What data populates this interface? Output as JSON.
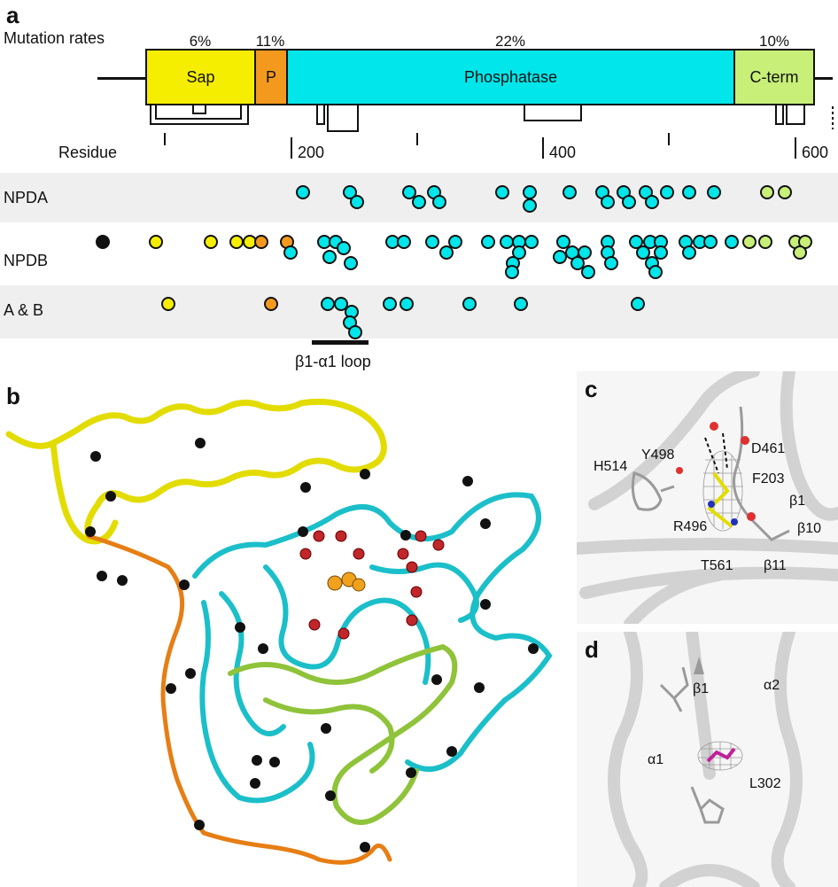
{
  "panel_a": {
    "letter": "a",
    "mutation_rates_label": "Mutation rates",
    "domains": [
      {
        "name": "Sap",
        "rate": "6%",
        "color": "#f5ee00"
      },
      {
        "name": "P",
        "rate": "11%",
        "color": "#f39a1e"
      },
      {
        "name": "Phosphatase",
        "rate": "22%",
        "color": "#00e6ea"
      },
      {
        "name": "C-term",
        "rate": "10%",
        "color": "#c8ef78"
      }
    ],
    "residue_label": "Residue",
    "residue_ticks": [
      "200",
      "400",
      "600"
    ],
    "rows": [
      "NPDA",
      "NPDB",
      "A & B"
    ],
    "loop_label": "β1-α1 loop"
  },
  "panel_b": {
    "letter": "b"
  },
  "panel_c": {
    "letter": "c",
    "labels": [
      "D461",
      "Y498",
      "H514",
      "F203",
      "β1",
      "R496",
      "β10",
      "T561",
      "β11"
    ]
  },
  "panel_d": {
    "letter": "d",
    "labels": [
      "β1",
      "α2",
      "α1",
      "L302"
    ]
  },
  "colors": {
    "sap": "#f5ee00",
    "linker": "#f39a1e",
    "phosphatase": "#00e6ea",
    "cterm": "#c8ef78",
    "black": "#111111",
    "red": "#c0262a",
    "band": "#efefef"
  }
}
